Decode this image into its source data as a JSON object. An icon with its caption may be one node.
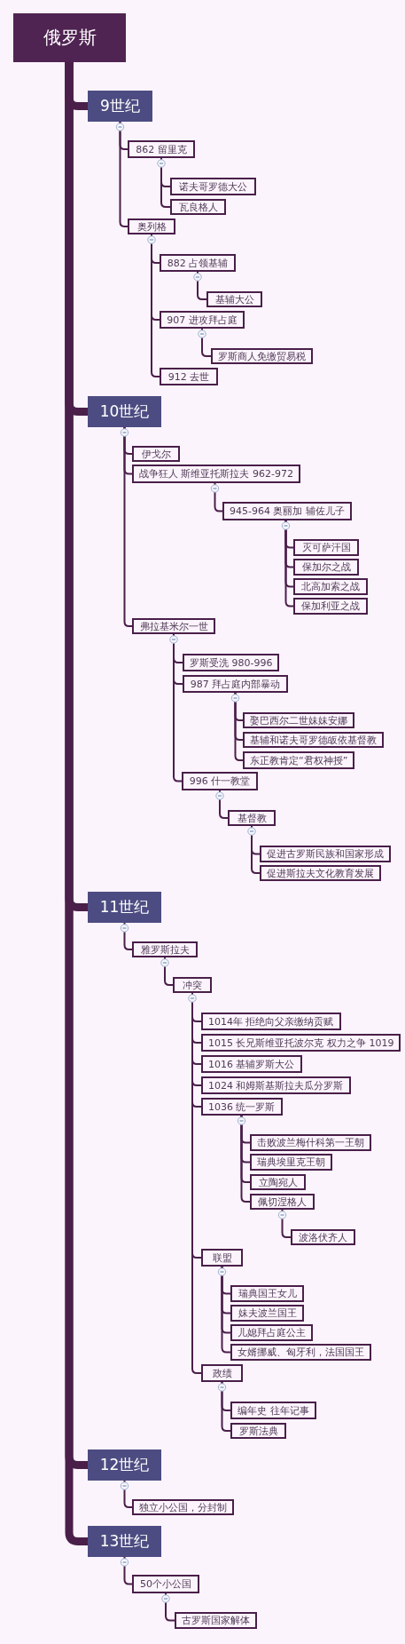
{
  "diagram": {
    "nodes": [
      {
        "text": [
          "俄罗斯"
        ]
      },
      {
        "text": [
          "9世纪"
        ]
      },
      {
        "text": [
          "862 留里克"
        ]
      },
      {
        "text": [
          "诺夫哥罗德大公"
        ]
      },
      {
        "text": [
          "瓦良格人"
        ]
      },
      {
        "text": [
          "奥列格"
        ]
      },
      {
        "text": [
          "882 占领基辅"
        ]
      },
      {
        "text": [
          "基辅大公"
        ]
      },
      {
        "text": [
          "907 进攻拜占庭"
        ]
      },
      {
        "text": [
          "罗斯商人免缴贸易税"
        ]
      },
      {
        "text": [
          "912 去世"
        ]
      },
      {
        "text": [
          "10世纪"
        ]
      },
      {
        "text": [
          "伊戈尔"
        ]
      },
      {
        "text": [
          "战争狂人 斯维亚托斯拉夫 962-972"
        ]
      },
      {
        "text": [
          "945-964 奥丽加 辅佐儿子"
        ]
      },
      {
        "text": [
          "灭可萨汗国"
        ]
      },
      {
        "text": [
          "保加尔之战"
        ]
      },
      {
        "text": [
          "北高加索之战"
        ]
      },
      {
        "text": [
          "保加利亚之战"
        ]
      },
      {
        "text": [
          "弗拉基米尔一世"
        ]
      },
      {
        "text": [
          "罗斯受洗 980-996"
        ]
      },
      {
        "text": [
          "987 拜占庭内部暴动"
        ]
      },
      {
        "text": [
          "娶巴西尔二世妹妹安娜"
        ]
      },
      {
        "text": [
          "基辅和诺夫哥罗德皈依基督教"
        ]
      },
      {
        "text": [
          "东正教肯定“君权神授”"
        ]
      },
      {
        "text": [
          "996 什一教堂"
        ]
      },
      {
        "text": [
          "基督教"
        ]
      },
      {
        "text": [
          "促进古罗斯民族和国家形成"
        ]
      },
      {
        "text": [
          "促进斯拉夫文化教育发展"
        ]
      },
      {
        "text": [
          "11世纪"
        ]
      },
      {
        "text": [
          "雅罗斯拉夫"
        ]
      },
      {
        "text": [
          "冲突"
        ]
      },
      {
        "text": [
          "1014年 拒绝向父亲缴纳贡赋"
        ]
      },
      {
        "text": [
          "1015 长兄斯维亚托波尔克 权力之争 1019"
        ]
      },
      {
        "text": [
          "1016 基辅罗斯大公"
        ]
      },
      {
        "text": [
          "1024 和姆斯基斯拉夫瓜分罗斯"
        ]
      },
      {
        "text": [
          "1036 统一罗斯"
        ]
      },
      {
        "text": [
          "击败波兰梅什科第一王朝"
        ]
      },
      {
        "text": [
          "瑞典埃里克王朝"
        ]
      },
      {
        "text": [
          "立陶宛人"
        ]
      },
      {
        "text": [
          "佩切涅格人"
        ]
      },
      {
        "text": [
          "波洛伏齐人"
        ]
      },
      {
        "text": [
          "联盟"
        ]
      },
      {
        "text": [
          "瑞典国王女儿"
        ]
      },
      {
        "text": [
          "妹夫波兰国王"
        ]
      },
      {
        "text": [
          "儿媳拜占庭公主"
        ]
      },
      {
        "text": [
          "女婿挪威、匈牙利，法国国王"
        ]
      },
      {
        "text": [
          "政绩"
        ]
      },
      {
        "text": [
          "编年史 往年记事"
        ]
      },
      {
        "text": [
          "罗斯法典"
        ]
      },
      {
        "text": [
          "12世纪"
        ]
      },
      {
        "text": [
          "独立小公国，分封制"
        ]
      },
      {
        "text": [
          "13世纪"
        ]
      },
      {
        "text": [
          "50个小公国"
        ]
      },
      {
        "text": [
          "古罗斯国家解体"
        ]
      }
    ],
    "edges": [
      {
        "from": 0,
        "to": 1,
        "arrow": "none",
        "style": "thick"
      },
      {
        "from": 1,
        "to": 2,
        "arrow": "none"
      },
      {
        "from": 2,
        "to": 3,
        "arrow": "none"
      },
      {
        "from": 2,
        "to": 4,
        "arrow": "none"
      },
      {
        "from": 1,
        "to": 5,
        "arrow": "none"
      },
      {
        "from": 5,
        "to": 6,
        "arrow": "none"
      },
      {
        "from": 6,
        "to": 7,
        "arrow": "none"
      },
      {
        "from": 5,
        "to": 8,
        "arrow": "none"
      },
      {
        "from": 8,
        "to": 9,
        "arrow": "none"
      },
      {
        "from": 5,
        "to": 10,
        "arrow": "none"
      },
      {
        "from": 0,
        "to": 11,
        "arrow": "none",
        "style": "thick"
      },
      {
        "from": 11,
        "to": 12,
        "arrow": "none"
      },
      {
        "from": 11,
        "to": 13,
        "arrow": "none"
      },
      {
        "from": 13,
        "to": 14,
        "arrow": "none"
      },
      {
        "from": 14,
        "to": 15,
        "arrow": "none"
      },
      {
        "from": 14,
        "to": 16,
        "arrow": "none"
      },
      {
        "from": 14,
        "to": 17,
        "arrow": "none"
      },
      {
        "from": 14,
        "to": 18,
        "arrow": "none"
      },
      {
        "from": 11,
        "to": 19,
        "arrow": "none"
      },
      {
        "from": 19,
        "to": 20,
        "arrow": "none"
      },
      {
        "from": 19,
        "to": 21,
        "arrow": "none"
      },
      {
        "from": 21,
        "to": 22,
        "arrow": "none"
      },
      {
        "from": 21,
        "to": 23,
        "arrow": "none"
      },
      {
        "from": 21,
        "to": 24,
        "arrow": "none"
      },
      {
        "from": 19,
        "to": 25,
        "arrow": "none"
      },
      {
        "from": 25,
        "to": 26,
        "arrow": "none"
      },
      {
        "from": 26,
        "to": 27,
        "arrow": "none"
      },
      {
        "from": 26,
        "to": 28,
        "arrow": "none"
      },
      {
        "from": 0,
        "to": 29,
        "arrow": "none",
        "style": "thick"
      },
      {
        "from": 29,
        "to": 30,
        "arrow": "none"
      },
      {
        "from": 30,
        "to": 31,
        "arrow": "none"
      },
      {
        "from": 31,
        "to": 32,
        "arrow": "none"
      },
      {
        "from": 31,
        "to": 33,
        "arrow": "none"
      },
      {
        "from": 31,
        "to": 34,
        "arrow": "none"
      },
      {
        "from": 31,
        "to": 35,
        "arrow": "none"
      },
      {
        "from": 31,
        "to": 36,
        "arrow": "none"
      },
      {
        "from": 36,
        "to": 37,
        "arrow": "none"
      },
      {
        "from": 36,
        "to": 38,
        "arrow": "none"
      },
      {
        "from": 36,
        "to": 39,
        "arrow": "none"
      },
      {
        "from": 36,
        "to": 40,
        "arrow": "none"
      },
      {
        "from": 40,
        "to": 41,
        "arrow": "none"
      },
      {
        "from": 31,
        "to": 42,
        "arrow": "none"
      },
      {
        "from": 42,
        "to": 43,
        "arrow": "none"
      },
      {
        "from": 42,
        "to": 44,
        "arrow": "none"
      },
      {
        "from": 42,
        "to": 45,
        "arrow": "none"
      },
      {
        "from": 42,
        "to": 46,
        "arrow": "none"
      },
      {
        "from": 31,
        "to": 47,
        "arrow": "none"
      },
      {
        "from": 47,
        "to": 48,
        "arrow": "none"
      },
      {
        "from": 47,
        "to": 49,
        "arrow": "none"
      },
      {
        "from": 0,
        "to": 50,
        "arrow": "none",
        "style": "thick"
      },
      {
        "from": 50,
        "to": 51,
        "arrow": "none"
      },
      {
        "from": 0,
        "to": 52,
        "arrow": "none",
        "style": "thick"
      },
      {
        "from": 52,
        "to": 53,
        "arrow": "none"
      },
      {
        "from": 53,
        "to": 54,
        "arrow": "none"
      }
    ]
  }
}
